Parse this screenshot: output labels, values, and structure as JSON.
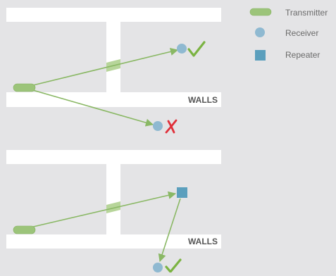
{
  "legend": {
    "transmitter_label": "Transmitter",
    "receiver_label": "Receiver",
    "repeater_label": "Repeater"
  },
  "top_diagram": {
    "walls_label": "WALLS",
    "receiver_pass_status": "✓",
    "receiver_fail_status": "✗"
  },
  "bottom_diagram": {
    "walls_label": "WALLS",
    "receiver_status": "✓"
  },
  "colors": {
    "background": "#e4e4e6",
    "wall": "#ffffff",
    "transmitter": "#9cc47a",
    "signal_line": "#8ab865",
    "signal_through_wall": "#b7d59a",
    "receiver": "#8fb9d1",
    "repeater": "#5b9fbd",
    "check": "#7bb342",
    "cross": "#e0303a",
    "walls_text": "#555555",
    "legend_text": "#6b6b6b"
  },
  "icons": {
    "transmitter": "green-pill-icon",
    "receiver": "blue-circle-icon",
    "repeater": "blue-square-icon",
    "pass": "checkmark-icon",
    "fail": "cross-icon"
  }
}
